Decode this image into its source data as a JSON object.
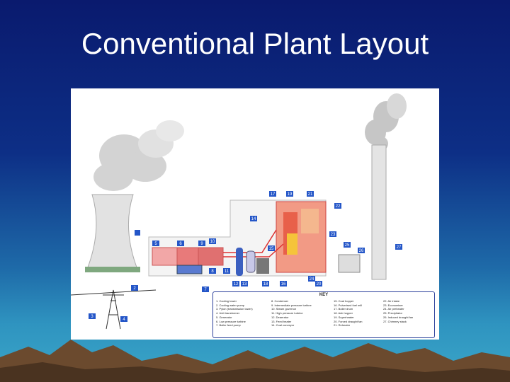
{
  "slide": {
    "title": "Conventional Plant Layout"
  },
  "diagram": {
    "number_labels": [
      "1",
      "2",
      "3",
      "4",
      "5",
      "6",
      "7",
      "8",
      "9",
      "10",
      "11",
      "12",
      "13",
      "14",
      "15",
      "16",
      "17",
      "18",
      "19",
      "20",
      "21",
      "22",
      "23",
      "24",
      "25",
      "26",
      "27"
    ],
    "key": {
      "title": "KEY",
      "items": [
        "1. Cooling tower",
        "2. Cooling water pump",
        "3. Pylon (transmission tower)",
        "4. Unit transformer",
        "5. Generator",
        "6. Low pressure turbine",
        "7. Boiler feed pump",
        "8. Condenser",
        "9. Intermediate pressure turbine",
        "10. Steam governor",
        "11. High pressure turbine",
        "12. Deaerator",
        "13. Feed heater",
        "14. Coal conveyor",
        "15. Coal hopper",
        "16. Pulverised fuel mill",
        "17. Boiler drum",
        "18. Ash hopper",
        "19. Superheater",
        "20. Forced draught fan",
        "21. Reheater",
        "22. Air intake",
        "23. Economiser",
        "24. Air preheater",
        "25. Precipitator",
        "26. Induced draught fan",
        "27. Chimney stack"
      ]
    },
    "colors": {
      "marker": "#2456c8",
      "boiler": "#e8604a",
      "turbine": "#d74a4a",
      "smoke": "#c8c8c8"
    }
  }
}
